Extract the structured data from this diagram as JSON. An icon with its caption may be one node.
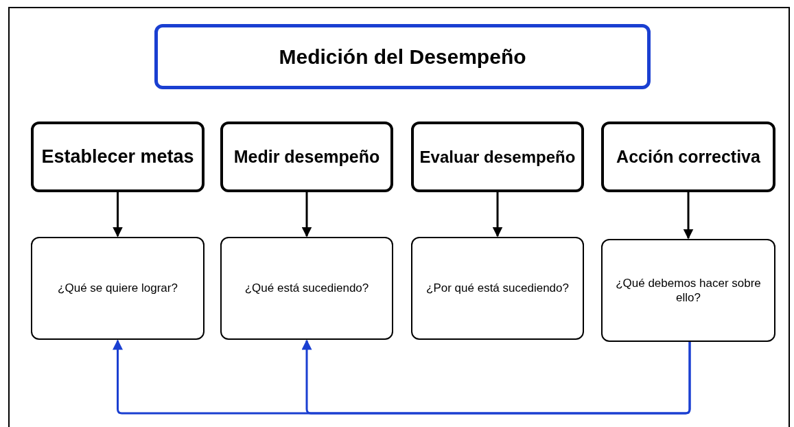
{
  "diagram": {
    "nodes": [
      {
        "text": [
          "Medición del Desempeño"
        ]
      },
      {
        "text": [
          "Establecer metas"
        ]
      },
      {
        "text": [
          "Medir desempeño"
        ]
      },
      {
        "text": [
          "Evaluar desempeño"
        ]
      },
      {
        "text": [
          "Acción correctiva"
        ]
      },
      {
        "text": [
          "¿Qué se quiere lograr?"
        ]
      },
      {
        "text": [
          "¿Qué está sucediendo?"
        ]
      },
      {
        "text": [
          "¿Por qué está sucediendo?"
        ]
      },
      {
        "text": [
          "¿Qué debemos hacer sobre ello?"
        ]
      }
    ],
    "edges": [
      {
        "from": 1,
        "to": 5,
        "arrow": "to"
      },
      {
        "from": 2,
        "to": 6,
        "arrow": "to"
      },
      {
        "from": 3,
        "to": 7,
        "arrow": "to"
      },
      {
        "from": 4,
        "to": 8,
        "arrow": "to"
      },
      {
        "from": 8,
        "to": 5,
        "arrow": "to",
        "color": "#1a3fd1"
      },
      {
        "from": 8,
        "to": 6,
        "arrow": "to",
        "color": "#1a3fd1"
      }
    ]
  }
}
